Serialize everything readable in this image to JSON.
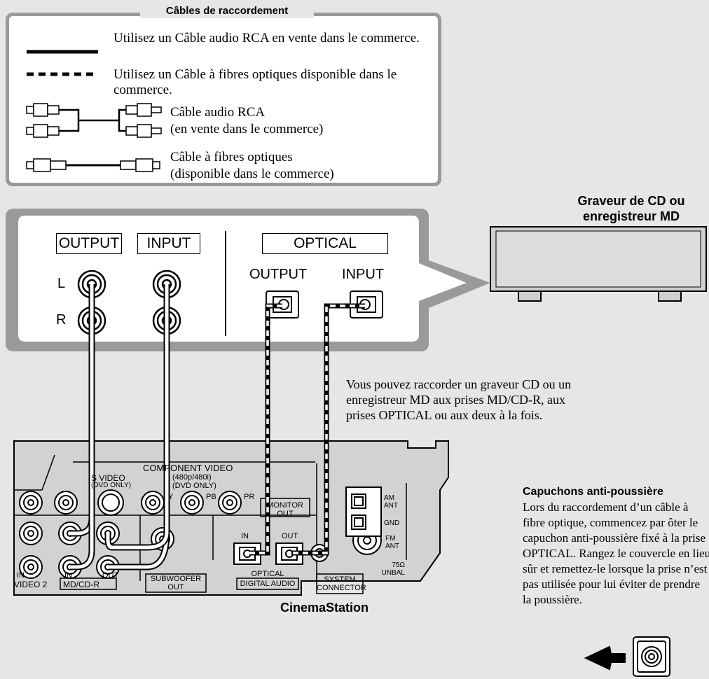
{
  "legend": {
    "title": "Câbles de raccordement",
    "solid_line": "Utilisez un Câble audio RCA en vente dans le commerce.",
    "dashed_line": "Utilisez un Câble à fibres optiques disponible dans le commerce.",
    "rca_cable": "Câble audio RCA",
    "rca_cable_sub": "(en vente dans le commerce)",
    "optical_cable": "Câble à fibres optiques",
    "optical_cable_sub": "(disponible dans le commerce)"
  },
  "recorder": {
    "title_line1": "Graveur de CD ou",
    "title_line2": "enregistreur MD"
  },
  "panel": {
    "output_label": "OUTPUT",
    "input_label": "INPUT",
    "optical_label": "OPTICAL",
    "l_label": "L",
    "r_label": "R",
    "optical_output": "OUTPUT",
    "optical_input": "INPUT"
  },
  "note": {
    "line1": "Vous pouvez raccorder un graveur CD ou un",
    "line2": "enregistreur MD aux prises MD/CD-R, aux",
    "line3": "prises OPTICAL ou aux deux à la fois."
  },
  "cinemastation": {
    "name": "CinemaStation",
    "component_video": "COMPONENT VIDEO",
    "component_sub": "(480p/480i)",
    "component_sub2": "(DVD ONLY)",
    "s_video": "S VIDEO",
    "s_video_sub": "(DVD ONLY)",
    "pb": "PB",
    "pr": "PR",
    "y": "Y",
    "monitor_out": "MONITOR OUT",
    "am_ant": "AM ANT",
    "gnd": "GND",
    "fm_ant": "FM ANT",
    "unbal": "75Ω UNBAL",
    "in1": "IN",
    "in2": "IN",
    "out2": "OUT",
    "video2": "VIDEO 2",
    "mdcdr": "MD/CD-R",
    "subwoofer": "SUBWOOFER OUT",
    "opt_in": "IN",
    "opt_out": "OUT",
    "optical_digital": "OPTICAL",
    "digital_audio": "DIGITAL AUDIO",
    "system": "SYSTEM",
    "connector": "CONNECTOR"
  },
  "dust_caps": {
    "title": "Capuchons anti-poussière",
    "line1": "Lors du raccordement d’un câble à",
    "line2": "fibre optique, commencez par ôter le",
    "line3": "capuchon anti-poussière fixé à la prise",
    "line4": "OPTICAL. Rangez le couvercle en lieu",
    "line5": "sûr et remettez-le lorsque la prise n’est",
    "line6": "pas utilisée pour lui éviter de prendre",
    "line7": "la poussière."
  }
}
